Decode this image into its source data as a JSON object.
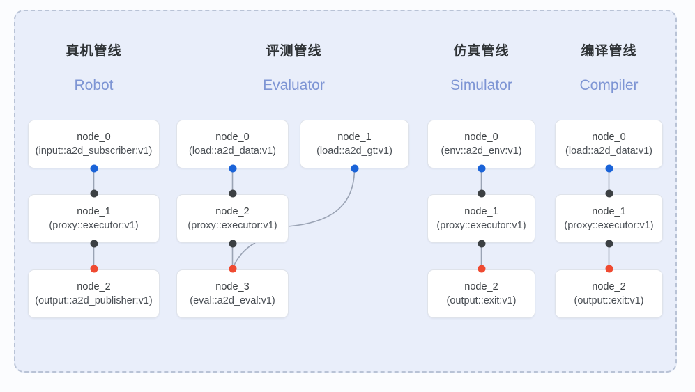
{
  "diagram": {
    "background_color": "#fbfcfe",
    "panel_color": "#e9eefa",
    "panel_border_color": "#b9c3d6",
    "node_fill": "#ffffff",
    "node_border": "#dfe3ea",
    "edge_color": "#9aa3b4",
    "port_colors": {
      "input": "#1a63d8",
      "internal": "#3c4043",
      "output": "#ef4a31"
    },
    "columns": [
      {
        "id": "robot",
        "title_cn": "真机管线",
        "title_en": "Robot",
        "nodes": [
          {
            "name": "node_0",
            "spec": "(input::a2d_subscriber:v1)"
          },
          {
            "name": "node_1",
            "spec": "(proxy::executor:v1)"
          },
          {
            "name": "node_2",
            "spec": "(output::a2d_publisher:v1)"
          }
        ]
      },
      {
        "id": "evaluator",
        "title_cn": "评测管线",
        "title_en": "Evaluator",
        "nodes": [
          {
            "name": "node_0",
            "spec": "(load::a2d_data:v1)"
          },
          {
            "name": "node_2",
            "spec": "(proxy::executor:v1)"
          },
          {
            "name": "node_3",
            "spec": "(eval::a2d_eval:v1)"
          }
        ],
        "side_nodes": [
          {
            "name": "node_1",
            "spec": "(load::a2d_gt:v1)"
          }
        ]
      },
      {
        "id": "simulator",
        "title_cn": "仿真管线",
        "title_en": "Simulator",
        "nodes": [
          {
            "name": "node_0",
            "spec": "(env::a2d_env:v1)"
          },
          {
            "name": "node_1",
            "spec": "(proxy::executor:v1)"
          },
          {
            "name": "node_2",
            "spec": "(output::exit:v1)"
          }
        ]
      },
      {
        "id": "compiler",
        "title_cn": "编译管线",
        "title_en": "Compiler",
        "nodes": [
          {
            "name": "node_0",
            "spec": "(load::a2d_data:v1)"
          },
          {
            "name": "node_1",
            "spec": "(proxy::executor:v1)"
          },
          {
            "name": "node_2",
            "spec": "(output::exit:v1)"
          }
        ]
      }
    ]
  }
}
